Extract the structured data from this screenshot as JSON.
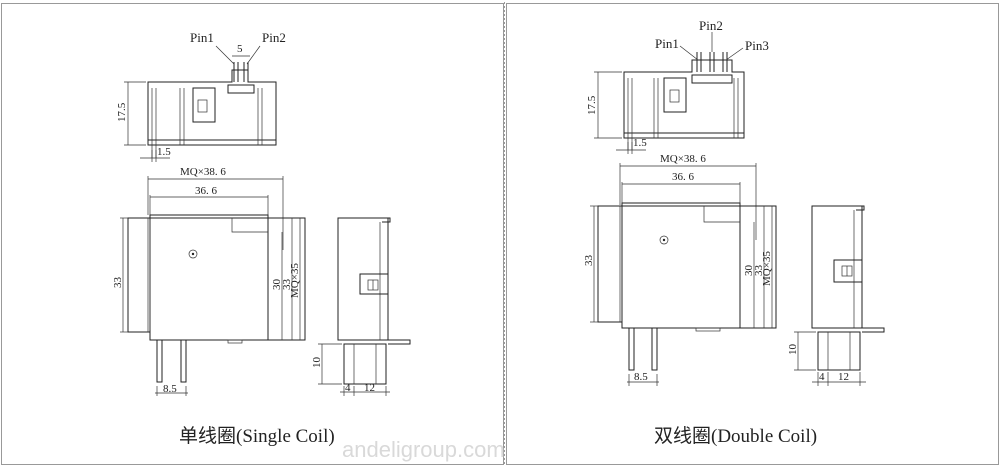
{
  "single_coil": {
    "pin_labels": [
      "Pin1",
      "Pin2"
    ],
    "dim_pin_spacing": "5",
    "dim_height": "17.5",
    "dim_pin_offset": "1.5",
    "dim_mq_width": "MQ×38. 6",
    "dim_width": "36. 6",
    "dim_body_height": "33",
    "dim_inner_30": "30",
    "dim_inner_33": "33",
    "dim_mq_35": "MQ×35",
    "dim_lead_length": "10",
    "dim_lead_spacing": "8.5",
    "dim_side_4": "4",
    "dim_side_12": "12",
    "caption": "单线圈(Single Coil)"
  },
  "double_coil": {
    "pin_labels": [
      "Pin1",
      "Pin2",
      "Pin3"
    ],
    "dim_height": "17.5",
    "dim_pin_offset": "1.5",
    "dim_mq_width": "MQ×38. 6",
    "dim_width": "36. 6",
    "dim_body_height": "33",
    "dim_inner_30": "30",
    "dim_inner_33": "33",
    "dim_mq_35": "MQ×35",
    "dim_lead_length": "10",
    "dim_lead_spacing": "8.5",
    "dim_side_4": "4",
    "dim_side_12": "12",
    "caption": "双线圈(Double Coil)"
  },
  "watermark": "andeligroup.com"
}
